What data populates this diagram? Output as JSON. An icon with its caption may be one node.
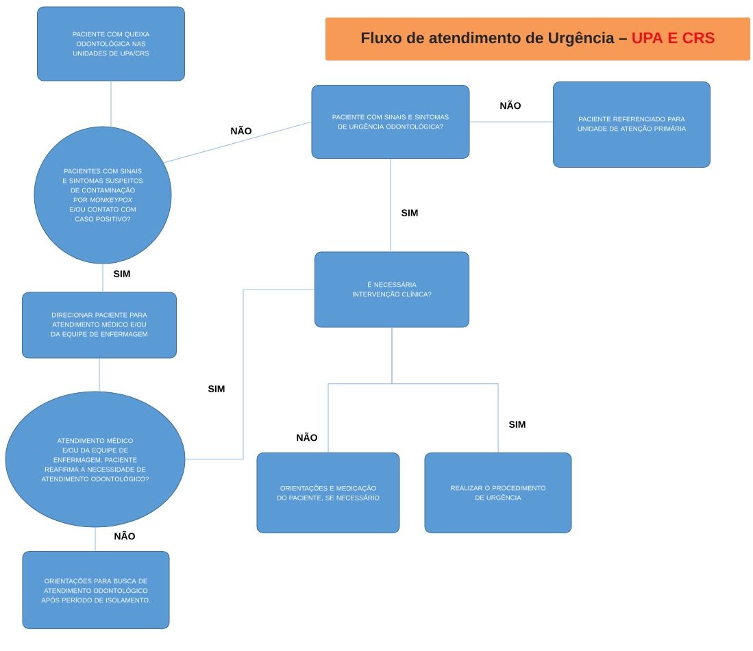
{
  "diagram": {
    "nodes": [
      {
        "text": [
          "PACIENTE COM QUEIXA ODONTOLÓGICA NAS UNIDADES DE UPA/CRS"
        ]
      },
      {
        "text": [
          "PACIENTES COM SINAIS E SINTOMAS SUSPEITOS DE CONTAMINAÇÃO POR *MONKEYPOX* E/OU CONTATO COM CASO POSITIVO?"
        ]
      },
      {
        "text": [
          "DIRECIONAR PACIENTE PARA ATENDIMENTO MÉDICO E/OU DA EQUIPE DE ENFERMAGEM"
        ]
      },
      {
        "text": [
          "ATENDIMENTO MÉDICO E/OU DA EQUIPE DE ENFERMAGEM; PACIENTE REAFIRMA A NECESSIDADE DE ATENDIMENTO ODONTOLÓGICO?"
        ]
      },
      {
        "text": [
          "ORIENTAÇÕES PARA BUSCA DE ATENDIMENTO ODONTOLÓGICO APÓS PERÍODO DE ISOLAMENTO."
        ]
      },
      {
        "text": [
          "PACIENTE COM SINAIS E SINTOMAS DE URGÊNCIA ODONTOLÓGICA?"
        ]
      },
      {
        "text": [
          "PACIENTE REFERENCIADO PARA UNIDADE DE ATENÇÃO PRIMÁRIA"
        ]
      },
      {
        "text": [
          "É NECESSÁRIA INTERVENÇÃO CLÍNICA?"
        ]
      },
      {
        "text": [
          "ORIENTAÇÕES E MEDICAÇÃO DO PACIENTE, SE NECESSÁRIO"
        ]
      },
      {
        "text": [
          "REALIZAR O PROCEDIMENTO DE URGÊNCIA"
        ]
      },
      {
        "text": [
          "Fluxo de atendimento de Urgência –",
          "UPA E CRS"
        ]
      }
    ],
    "edges": [
      {
        "from": 0,
        "to": 1,
        "arrow": "none"
      },
      {
        "from": 1,
        "to": 5,
        "arrow": "none",
        "label": "NÃO"
      },
      {
        "from": 1,
        "to": 2,
        "arrow": "none",
        "label": "SIM"
      },
      {
        "from": 2,
        "to": 3,
        "arrow": "none"
      },
      {
        "from": 3,
        "to": 7,
        "arrow": "none",
        "label": "SIM"
      },
      {
        "from": 3,
        "to": 4,
        "arrow": "none",
        "label": "NÃO"
      },
      {
        "from": 5,
        "to": 6,
        "arrow": "none",
        "label": "NÃO"
      },
      {
        "from": 5,
        "to": 7,
        "arrow": "none",
        "label": "SIM"
      },
      {
        "from": 7,
        "to": 8,
        "arrow": "none",
        "label": "NÃO"
      },
      {
        "from": 7,
        "to": 9,
        "arrow": "none",
        "label": "SIM"
      }
    ]
  }
}
